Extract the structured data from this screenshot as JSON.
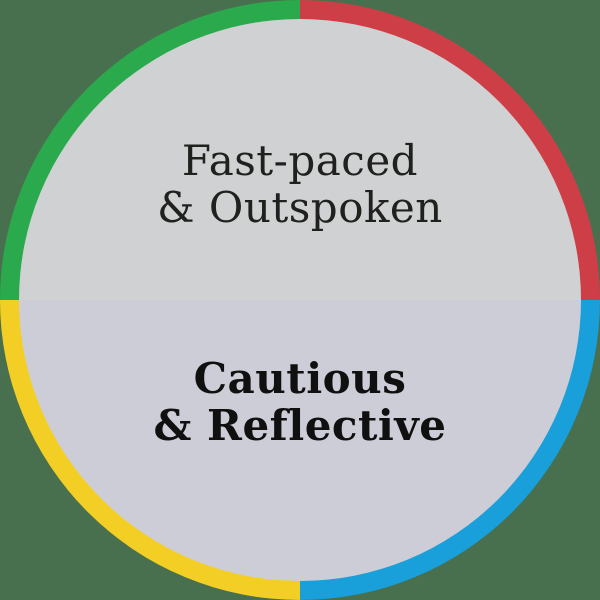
{
  "colors": {
    "background": "#48704f",
    "ring_top_left_green": "#2ba94d",
    "ring_top_right_red": "#ce3e46",
    "ring_bottom_left_yellow": "#f3cf26",
    "ring_bottom_right_blue": "#199fd9",
    "inner_top_half": "#d0d1d2",
    "inner_bottom_half": "#cdcdd7",
    "top_label_text": "#20201e",
    "bottom_label_text": "#101010"
  },
  "wheel": {
    "top_label_line1": "Fast-paced",
    "top_label_line2": "& Outspoken",
    "bottom_label_line1": "Cautious",
    "bottom_label_line2": "& Reflective"
  }
}
